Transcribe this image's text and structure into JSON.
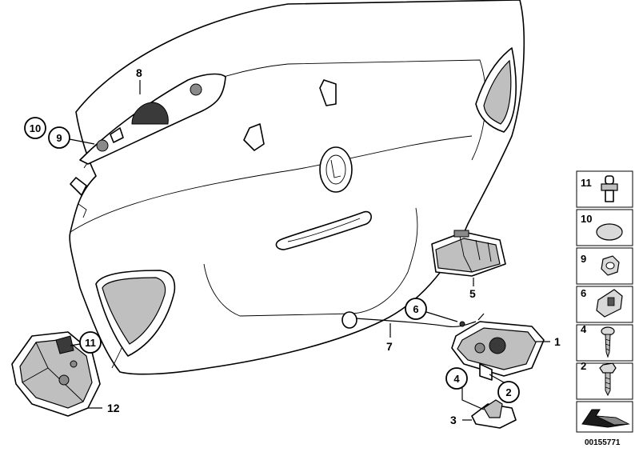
{
  "callouts": {
    "c1": "1",
    "c2": "2",
    "c3": "3",
    "c4": "4",
    "c5": "5",
    "c6": "6",
    "c7": "7",
    "c8": "8",
    "c9": "9",
    "c10": "10",
    "c11": "11",
    "c12": "12"
  },
  "legend": {
    "items": [
      {
        "label": "11",
        "icon": "bulb-socket-icon"
      },
      {
        "label": "10",
        "icon": "round-cap-icon"
      },
      {
        "label": "9",
        "icon": "hex-nut-icon"
      },
      {
        "label": "6",
        "icon": "clip-nut-icon"
      },
      {
        "label": "4",
        "icon": "torx-screw-icon"
      },
      {
        "label": "2",
        "icon": "hex-bolt-icon"
      },
      {
        "label": "",
        "icon": "arrow-shape-icon"
      }
    ]
  },
  "reference_number": "00155771"
}
